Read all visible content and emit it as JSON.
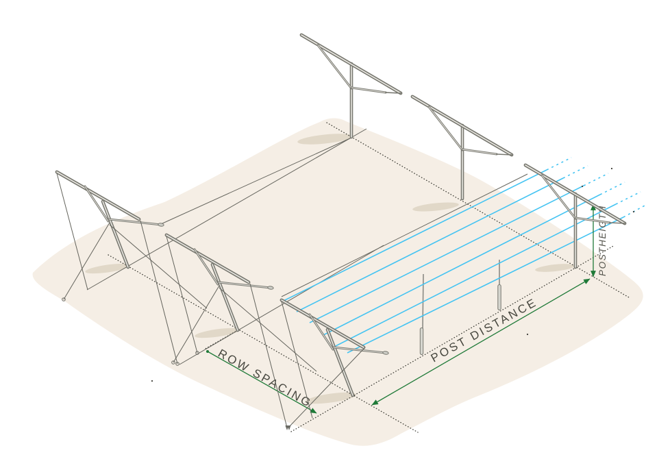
{
  "diagram": {
    "labels": {
      "row_spacing": "ROW SPACING",
      "post_distance": "POST DISTANCE",
      "post_height": "POSTHEIGTH"
    },
    "counts": {
      "tracker_structures": 6,
      "foundation_stakes": 2,
      "string_cables": 6,
      "rows": 3
    },
    "colors": {
      "background": "#FFFFFF",
      "ground": "#F5EEE5",
      "shadow": "#DDD4C3",
      "structure": "#77776F",
      "structure_highlight": "#EAE8E2",
      "cable": "#45C4F2",
      "dimension_green": "#1F7A38",
      "guide_line": "#3A3A32",
      "label_text": "#47473F"
    }
  }
}
